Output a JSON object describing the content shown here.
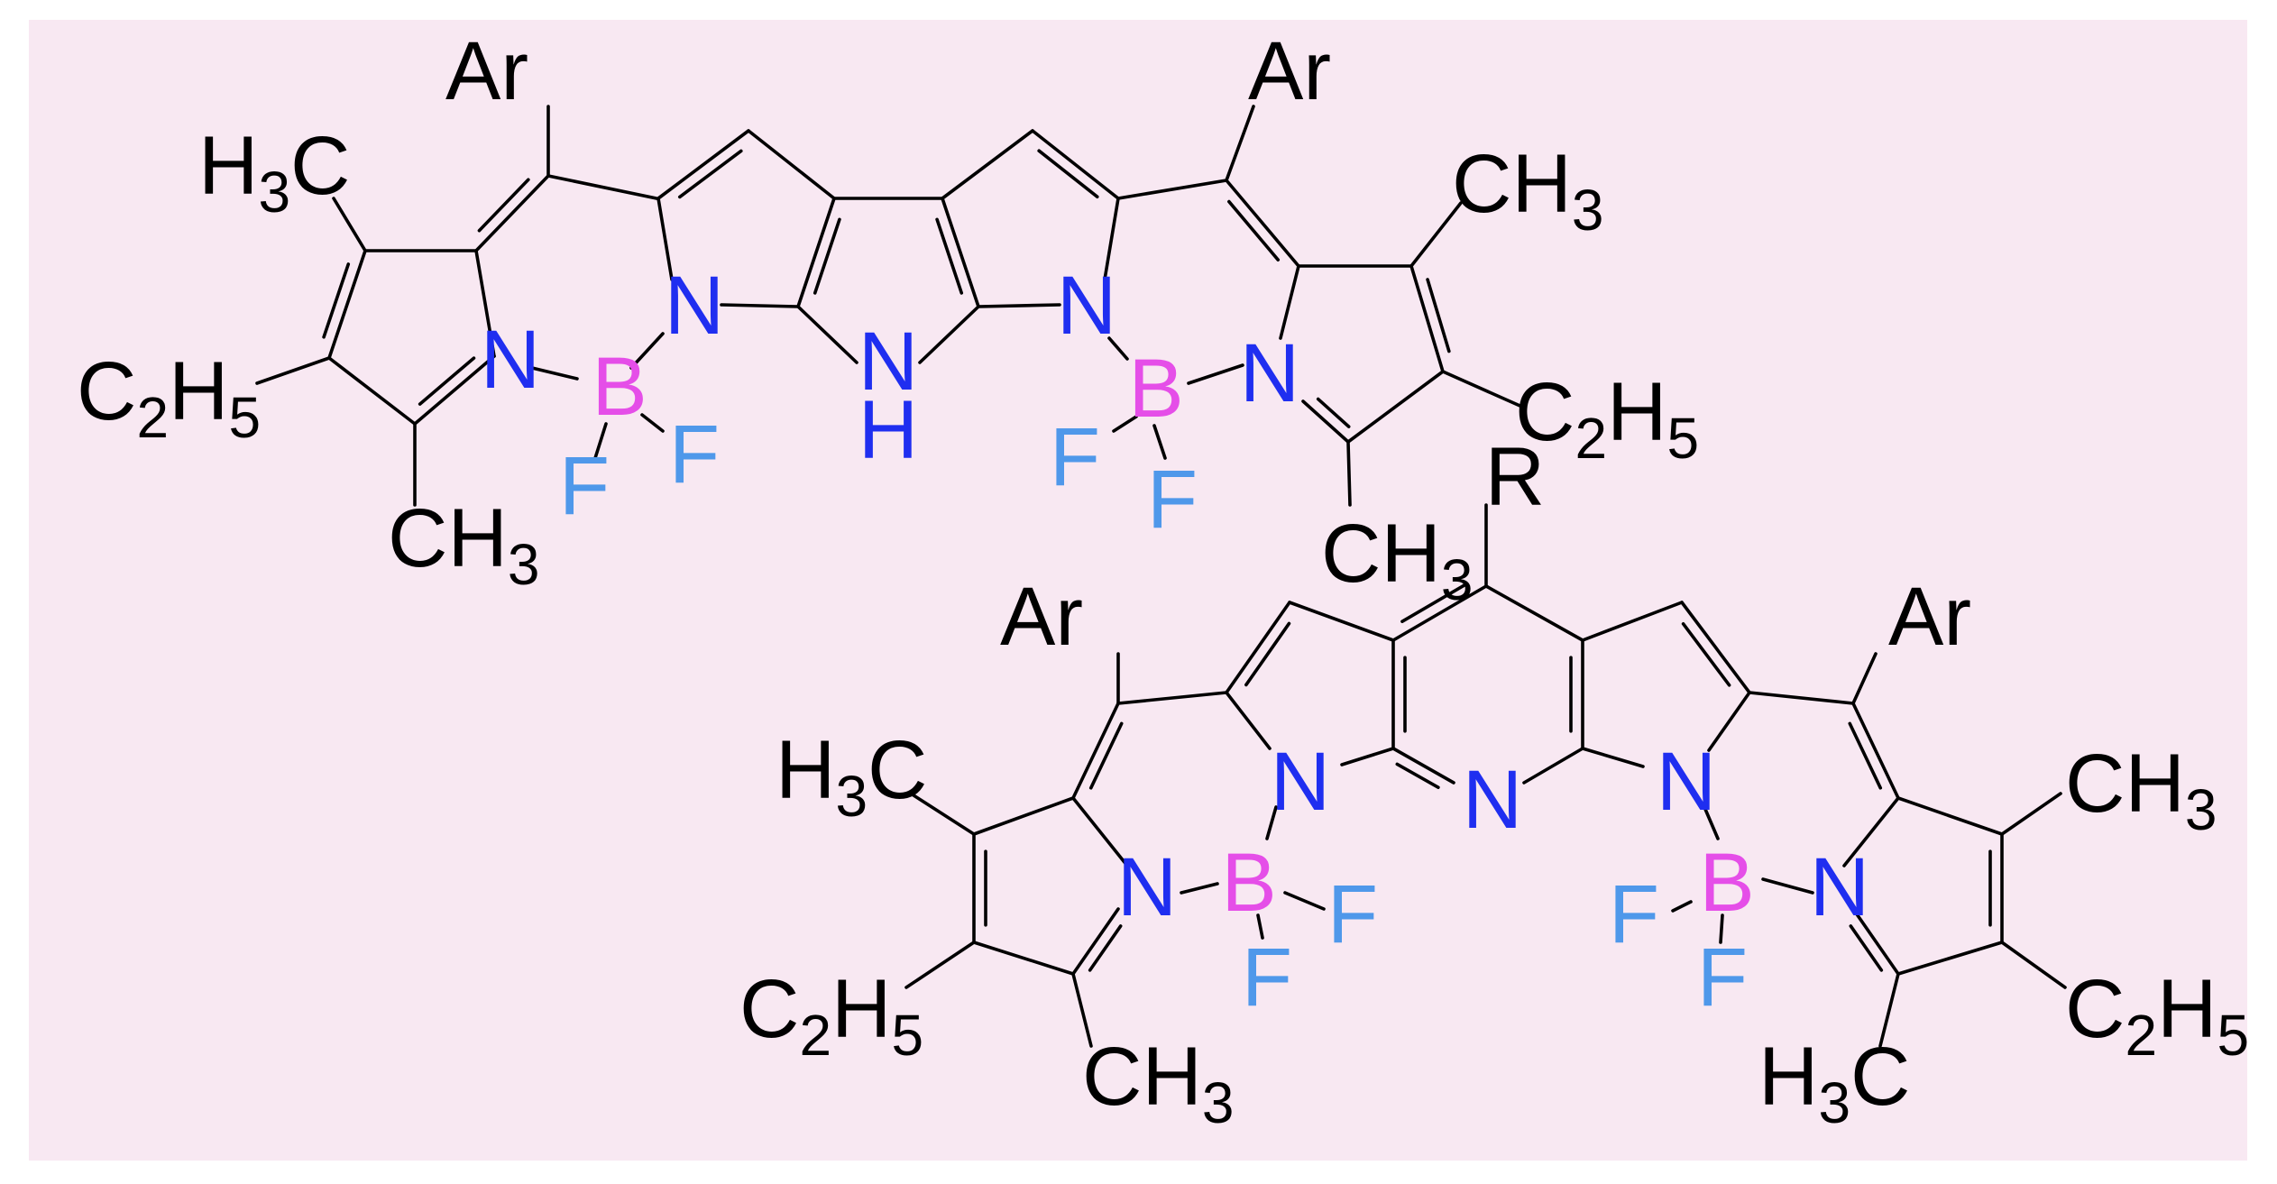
{
  "colors": {
    "background": "#f8e8f2",
    "carbon": "#000000",
    "nitrogen": "#1f2ef0",
    "boron": "#e54ee8",
    "fluorine": "#4f98ea"
  },
  "atoms": {
    "ar": "Ar",
    "r": "R",
    "n": "N",
    "h": "H",
    "b": "B",
    "f": "F",
    "c": "C",
    "h3": "H",
    "three": "3",
    "two": "2",
    "five": "5"
  }
}
